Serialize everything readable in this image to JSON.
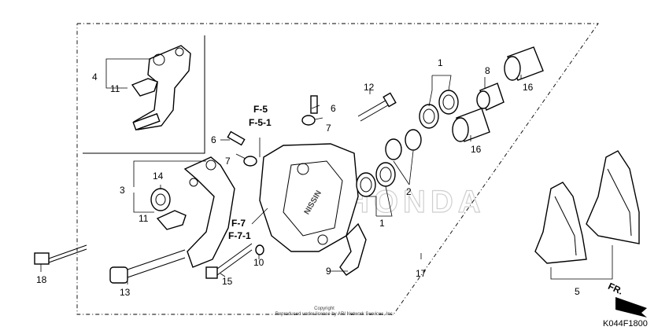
{
  "callouts": {
    "c1_top": "1",
    "c1_bottom": "1",
    "c2": "2",
    "c3": "3",
    "c4": "4",
    "c5": "5",
    "c6_top": "6",
    "c6_mid": "6",
    "c7_top": "7",
    "c7_mid": "7",
    "c8": "8",
    "c9": "9",
    "c10": "10",
    "c11_top": "11",
    "c11_mid": "11",
    "c12": "12",
    "c13": "13",
    "c14": "14",
    "c15": "15",
    "c16_top": "16",
    "c16_mid": "16",
    "c17": "17",
    "c18": "18"
  },
  "refs": {
    "f5": "F-5",
    "f51": "F-5-1",
    "f7": "F-7",
    "f71": "F-7-1"
  },
  "caliper_brand": "NISSIN",
  "watermark": "HONDA",
  "direction": "FR.",
  "copyright_line1": "Copyright",
  "copyright_line2": "Reproduced under license by ARI Network Services, Inc.",
  "diagram_code": "K044F1800"
}
